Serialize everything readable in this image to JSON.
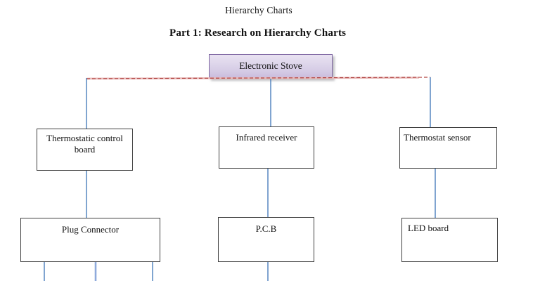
{
  "document": {
    "title": "Hierarchy Charts",
    "heading": "Part 1: Research on Hierarchy Charts"
  },
  "diagram": {
    "type": "hierarchy-chart",
    "root": {
      "label": "Electronic Stove"
    },
    "level2": [
      {
        "label": "Thermostatic control board",
        "parent": "Electronic Stove"
      },
      {
        "label": "Infrared receiver",
        "parent": "Electronic Stove"
      },
      {
        "label": "Thermostat sensor",
        "parent": "Electronic Stove"
      }
    ],
    "level3": [
      {
        "label": "Plug Connector",
        "parent": "Thermostatic control board"
      },
      {
        "label": "P.C.B",
        "parent": "Infrared receiver"
      },
      {
        "label": "LED board",
        "parent": "Thermostat sensor"
      }
    ],
    "unlabeled_stub_connectors": {
      "from_plug_connector": 3,
      "from_pcb": 1
    }
  },
  "colors": {
    "root_fill": "#d5cbe5",
    "root_border": "#7c64a0",
    "node_border": "#404040",
    "connector_blue": "#4a7ebb",
    "connector_blue_light": "#8faadc",
    "connector_red": "#b04341",
    "connector_pink": "#e8b7b6"
  }
}
